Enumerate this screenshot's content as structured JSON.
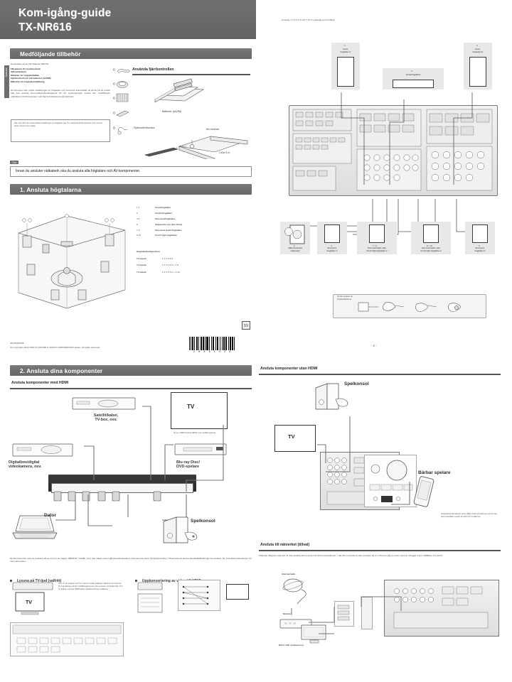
{
  "document": {
    "title_line1": "Kom-igång-guide",
    "title_line2": "TX-NR616",
    "page_marker": "- 2 -",
    "doc_code": "SN-29461028",
    "copyright": "(C) Copyright 2012 ONKYO SOUND & VISION CORPORATION Japan. All rights reserved.",
    "barcode_digits": "2 8 4 6 1 0 2 8"
  },
  "accessories": {
    "bar_title": "Medföljande tillbehör",
    "intro": "Kontrollera att du har följande tillbehör:",
    "items": [
      "FM-antenn för inomhusbruk",
      "AM-ramantenn",
      "Etiketter för högtalarkablar",
      "Fjärrkontroll och två batterier (AA/R6)",
      "Mikrofon för högtalarinställning"
    ],
    "body": "AV-receivern kan utföra inställningar för högtalare och surround automatiskt så att du på ett enkelt sätt kan ansluta surroundljud-återskapande för din lyssningsmiljö. Anslut den medföljande mikrofonen till AV-receivern och följ instruktionerna på skärmen.",
    "note": "När man utför den automatiska inställningen av högtalare ska TV:n anslutas till AV-receivern och rummet göras så tyst som möjligt.",
    "side_tab": "Svenska"
  },
  "remote": {
    "heading": "Använda fjärrkontrollen",
    "battery_caption": "Batterier (AA/R6)",
    "sensor_caption": "Fjärrkontrollsensor",
    "receiver_caption": "AV-receiver",
    "range_caption": "Cirka 5 m"
  },
  "prenote": {
    "flag": "Obs",
    "text": "Innan du ansluter nätkabeln ska du ansluta alla högtalare och AV-komponenter."
  },
  "step1": {
    "bar_title": "1. Ansluta högtalarna",
    "legend": [
      {
        "marks": "1 2",
        "label": "Fronthögtalare"
      },
      {
        "marks": "3",
        "label": "Centerhögtalare"
      },
      {
        "marks": "4 5",
        "label": "Surroundhögtalare"
      },
      {
        "marks": "6",
        "label": "Subwoofer (en eller flera)"
      },
      {
        "marks": "7 8",
        "label": "Surround back-högtalare"
      },
      {
        "marks": "9 10",
        "label": "Front high-högtalare"
      }
    ],
    "config_title": "Högtalarkonfiguration",
    "configs": [
      {
        "name": "5.1-kanal",
        "value": "1 2 3 4 5 6"
      },
      {
        "name": "7.1-kanal",
        "value": "1 2 3 4 5 6 + 7 8"
      },
      {
        "name": "7.1-kanal",
        "value": "1 2 3 4 5 6 + 9 10"
      }
    ]
  },
  "step2": {
    "bar_title": "2. Ansluta dina komponenter",
    "hdmi_heading": "Ansluta komponenter med HDMI",
    "nohdmi_heading": "Ansluta komponenter utan HDMI",
    "network_heading": "Ansluta till nätverket (tillval)",
    "network_body": "Följande diagram visar hur du kan ansluta AV-receivern till ditt hemmanätverk. I det här exemplet är den ansluten till en LAN-port på en router med en inbyggd 4-port 100Base-TX switch.",
    "hdmi_labels": {
      "tv": "TV",
      "satellite": "Satellit/kabel,\nTV-box, osv.",
      "digital_box": "Digitalbox/digital\nvideokamera, osv.",
      "bluray": "Blu-ray Disc/\nDVD-spelare",
      "pc": "Dator",
      "console": "Spelkonsol",
      "tv_note": "Se ev. 'HDMI Control (RIHD)' hos inställningarnas."
    },
    "nohdmi_labels": {
      "tv": "TV",
      "console": "Spelkonsol",
      "portable": "Bärbar spelare",
      "portable_note": "Inkopplarkombinationer varas (bilist visas) på skärmen och du kan styra innehållet medan du tittar på TV-skärmen."
    },
    "footer_note": "De komponenter som är anslutna till ee och en av utgupn (BD/DVD, GAME, osv.) kan väljas med ingångsvalsknapparna med samma namn på fjärrkontrollen. Observera att dessa standardtilldelningar kan ändras. Se instruktionshandboken för mer information.",
    "sub_a_title": "Lyssna på TV-ljud (valfritt)",
    "sub_a_note": "Obs: Är du ansluten av TV:n med en vanlig ljudkabel. Behöver du Channel för instruktionen till kan inställningarna som AV-receivern och ljudet från TV:n ut utgång i samma HDMI-kabel i ljudanslutnings inställning.",
    "sub_b_title": "Uppkonvertering av video till HDMI",
    "network_labels": {
      "internet": "Internetradio",
      "modem": "Modem",
      "router": "Router",
      "pc": "Dator eller medieserver"
    }
  },
  "speaker_diagram": {
    "top_note": "Ansluter 1 2 3 4 5 6 och 7 för 5.1-kanals surroundljud.",
    "labels": {
      "front_left": "Front-\nhögtalare V",
      "front_right": "Front-\nhögtalare H",
      "center": "Centerhögtalare",
      "subwoofer": "Självströmmad\nsubwoofer",
      "surround_left": "Surround-\nhögtalare V",
      "surround_right": "Surround-\nhögtalare H",
      "sb_left": "Surround back- eller\nFront high-högtalare V",
      "sb_right": "Surround back- eller\nFront high-högtalare H",
      "mark_front_left": "1",
      "mark_front_right": "2",
      "mark_center": "3",
      "mark_sub": "6",
      "mark_sl": "4",
      "mark_sr": "5",
      "mark_sbl": "7 / 9",
      "mark_sbr": "8 / 10"
    },
    "strip_caption": "Så här ansluter du högtalarkablarna"
  }
}
